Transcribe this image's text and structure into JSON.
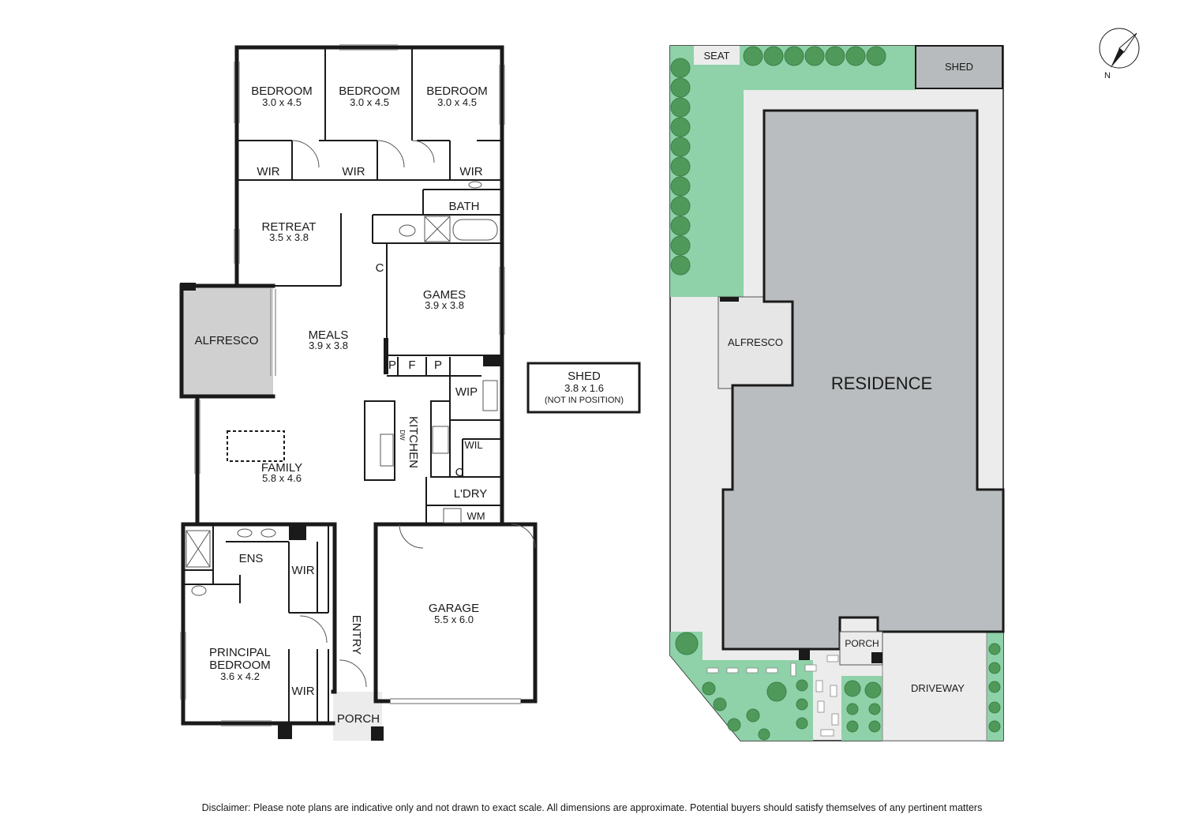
{
  "floor_plan": {
    "rooms": {
      "bedroom_1": {
        "name": "BEDROOM",
        "dims": "3.0 x 4.5"
      },
      "bedroom_2": {
        "name": "BEDROOM",
        "dims": "3.0 x 4.5"
      },
      "bedroom_3": {
        "name": "BEDROOM",
        "dims": "3.0 x 4.5"
      },
      "wir_1": "WIR",
      "wir_2": "WIR",
      "wir_3": "WIR",
      "bath": "BATH",
      "retreat": {
        "name": "RETREAT",
        "dims": "3.5 x 3.8"
      },
      "cupboard_1": "C",
      "games": {
        "name": "GAMES",
        "dims": "3.9 x 3.8"
      },
      "alfresco": "ALFRESCO",
      "meals": {
        "name": "MEALS",
        "dims": "3.9 x 3.8"
      },
      "pantry_1": "P",
      "fridge": "F",
      "pantry_2": "P",
      "wip": "WIP",
      "kitchen": "KITCHEN",
      "dw": "DW",
      "family": {
        "name": "FAMILY",
        "dims": "5.8 x 4.6"
      },
      "wil": "WIL",
      "cupboard_2": "C",
      "laundry": "L'DRY",
      "wm": "WM",
      "ens": "ENS",
      "wir_ens": "WIR",
      "entry": "ENTRY",
      "garage": {
        "name": "GARAGE",
        "dims": "5.5 x 6.0"
      },
      "principal": {
        "name_1": "PRINCIPAL",
        "name_2": "BEDROOM",
        "dims": "3.6 x 4.2"
      },
      "wir_principal": "WIR",
      "porch": "PORCH"
    },
    "shed_box": {
      "name": "SHED",
      "dims": "3.8 x 1.6",
      "note": "(NOT IN POSITION)"
    }
  },
  "site_plan": {
    "seat": "SEAT",
    "shed": "SHED",
    "alfresco": "ALFRESCO",
    "residence": "RESIDENCE",
    "porch": "PORCH",
    "driveway": "DRIVEWAY",
    "compass_label": "N"
  },
  "colors": {
    "wall": "#1a1a1a",
    "lawn": "#8fd1a8",
    "shrub": "#4f9a5b",
    "residence": "#b9bdbf",
    "paving": "#ececec",
    "site_shed": "#b7bbbd"
  },
  "disclaimer": "Disclaimer: Please note plans are indicative only and not drawn to exact scale. All dimensions are approximate. Potential buyers should satisfy themselves of any pertinent matters"
}
